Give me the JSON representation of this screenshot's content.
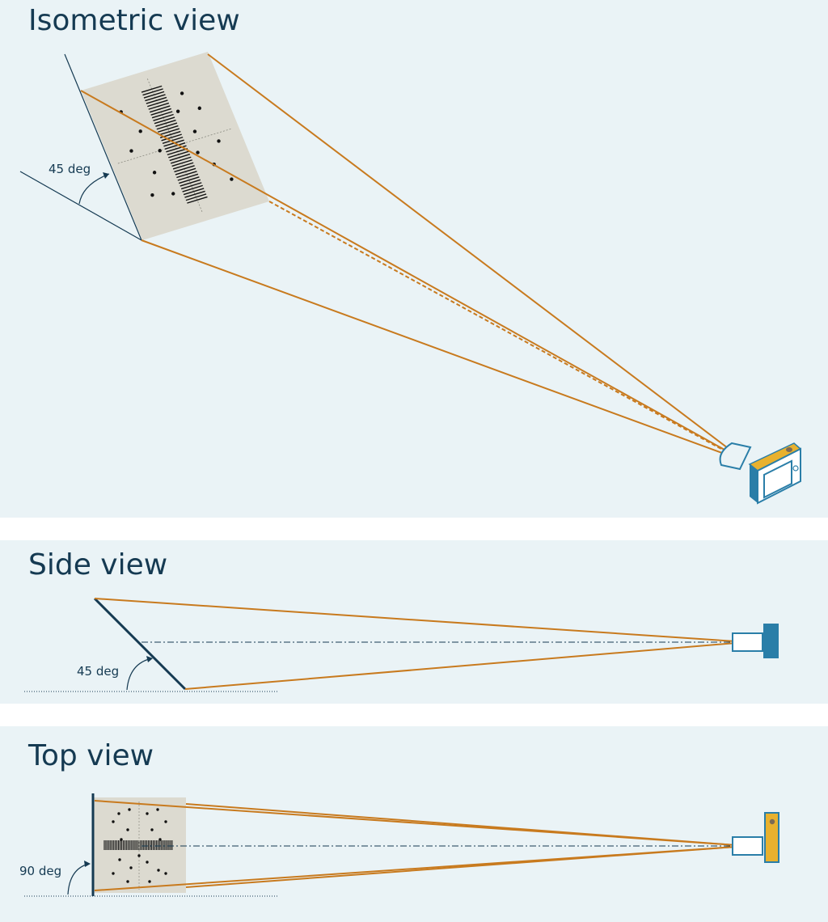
{
  "views": {
    "isometric": {
      "title": "Isometric view",
      "angle_label": "45 deg"
    },
    "side": {
      "title": "Side view",
      "angle_label": "45 deg"
    },
    "top": {
      "title": "Top view",
      "angle_label": "90 deg"
    }
  },
  "colors": {
    "panel_background": "#eaf3f6",
    "title_text": "#153a52",
    "ray": "#c87a1e",
    "chart_surface": "#dcdad0",
    "camera_blue": "#2a7ea8",
    "camera_yellow": "#e8b12e",
    "chart_mark": "#111111"
  },
  "icons": {
    "camera": "camera-icon",
    "test_chart": "test-chart-icon",
    "angle_arc": "angle-arc-arrow-icon"
  }
}
